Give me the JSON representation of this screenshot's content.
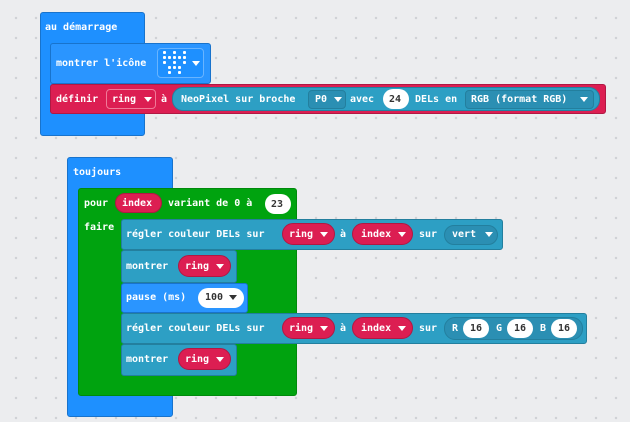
{
  "on_start": {
    "hat_label": "au démarrage",
    "show_icon": {
      "label": "montrer l'icône"
    },
    "set_strip": {
      "label": "définir",
      "var": "ring",
      "to": "à",
      "neopixel": "NeoPixel sur broche",
      "pin": "P0",
      "with": "avec",
      "count": "24",
      "leds_in": "DELs en",
      "mode": "RGB (format RGB)"
    }
  },
  "forever": {
    "hat_label": "toujours",
    "for_loop": {
      "label": "pour",
      "var": "index",
      "range_text": "variant de 0 à",
      "max": "23",
      "do": "faire"
    },
    "set_pixel_1": {
      "label": "régler couleur DELs sur",
      "strip": "ring",
      "to": "à",
      "index": "index",
      "on": "sur",
      "color": "vert"
    },
    "show_1": {
      "label": "montrer",
      "strip": "ring"
    },
    "pause": {
      "label": "pause (ms)",
      "value": "100"
    },
    "set_pixel_2": {
      "label": "régler couleur DELs sur",
      "strip": "ring",
      "to": "à",
      "index": "index",
      "on": "sur",
      "r_label": "R",
      "r": "16",
      "g_label": "G",
      "g": "16",
      "b_label": "B",
      "b": "16"
    },
    "show_2": {
      "label": "montrer",
      "strip": "ring"
    }
  },
  "colors": {
    "workspace": "#ecedef",
    "basic": "#1e90ff",
    "neopixel": "#dc1e52",
    "neopixel_inner": "#2d9fc4",
    "loop": "#00a30f"
  }
}
